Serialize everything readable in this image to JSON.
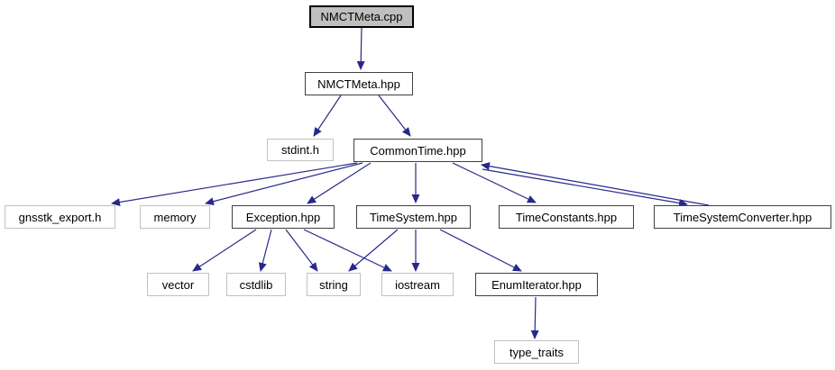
{
  "diagram": {
    "type": "include-dependency-graph",
    "background": "#ffffff",
    "edge_color": "#28288c",
    "node_fill": "#ffffff",
    "root_node_fill": "#bfbfbf",
    "project_border_color": "#404040",
    "system_border_color": "#c1c1c1",
    "node_text_color": "#000000",
    "nodes": [
      {
        "id": "nmctmeta-cpp",
        "label": "NMCTMeta.cpp",
        "kind": "root"
      },
      {
        "id": "nmctmeta-hpp",
        "label": "NMCTMeta.hpp",
        "kind": "project"
      },
      {
        "id": "stdint-h",
        "label": "stdint.h",
        "kind": "system"
      },
      {
        "id": "commontime-hpp",
        "label": "CommonTime.hpp",
        "kind": "project"
      },
      {
        "id": "gnsstk-export-h",
        "label": "gnsstk_export.h",
        "kind": "system"
      },
      {
        "id": "memory",
        "label": "memory",
        "kind": "system"
      },
      {
        "id": "exception-hpp",
        "label": "Exception.hpp",
        "kind": "project"
      },
      {
        "id": "timesystem-hpp",
        "label": "TimeSystem.hpp",
        "kind": "project"
      },
      {
        "id": "timeconstants-hpp",
        "label": "TimeConstants.hpp",
        "kind": "project"
      },
      {
        "id": "timesystemconverter-hpp",
        "label": "TimeSystemConverter.hpp",
        "kind": "project"
      },
      {
        "id": "vector",
        "label": "vector",
        "kind": "system"
      },
      {
        "id": "cstdlib",
        "label": "cstdlib",
        "kind": "system"
      },
      {
        "id": "string",
        "label": "string",
        "kind": "system"
      },
      {
        "id": "iostream",
        "label": "iostream",
        "kind": "system"
      },
      {
        "id": "enumiterator-hpp",
        "label": "EnumIterator.hpp",
        "kind": "project"
      },
      {
        "id": "type-traits",
        "label": "type_traits",
        "kind": "system"
      }
    ],
    "edges": [
      {
        "from": "NMCTMeta.cpp",
        "to": "NMCTMeta.hpp"
      },
      {
        "from": "NMCTMeta.hpp",
        "to": "stdint.h"
      },
      {
        "from": "NMCTMeta.hpp",
        "to": "CommonTime.hpp"
      },
      {
        "from": "CommonTime.hpp",
        "to": "gnsstk_export.h"
      },
      {
        "from": "CommonTime.hpp",
        "to": "memory"
      },
      {
        "from": "CommonTime.hpp",
        "to": "Exception.hpp"
      },
      {
        "from": "CommonTime.hpp",
        "to": "TimeSystem.hpp"
      },
      {
        "from": "CommonTime.hpp",
        "to": "TimeConstants.hpp"
      },
      {
        "from": "CommonTime.hpp",
        "to": "TimeSystemConverter.hpp"
      },
      {
        "from": "TimeSystemConverter.hpp",
        "to": "CommonTime.hpp"
      },
      {
        "from": "Exception.hpp",
        "to": "vector"
      },
      {
        "from": "Exception.hpp",
        "to": "cstdlib"
      },
      {
        "from": "Exception.hpp",
        "to": "string"
      },
      {
        "from": "Exception.hpp",
        "to": "iostream"
      },
      {
        "from": "TimeSystem.hpp",
        "to": "string"
      },
      {
        "from": "TimeSystem.hpp",
        "to": "iostream"
      },
      {
        "from": "TimeSystem.hpp",
        "to": "EnumIterator.hpp"
      },
      {
        "from": "EnumIterator.hpp",
        "to": "type_traits"
      }
    ]
  }
}
